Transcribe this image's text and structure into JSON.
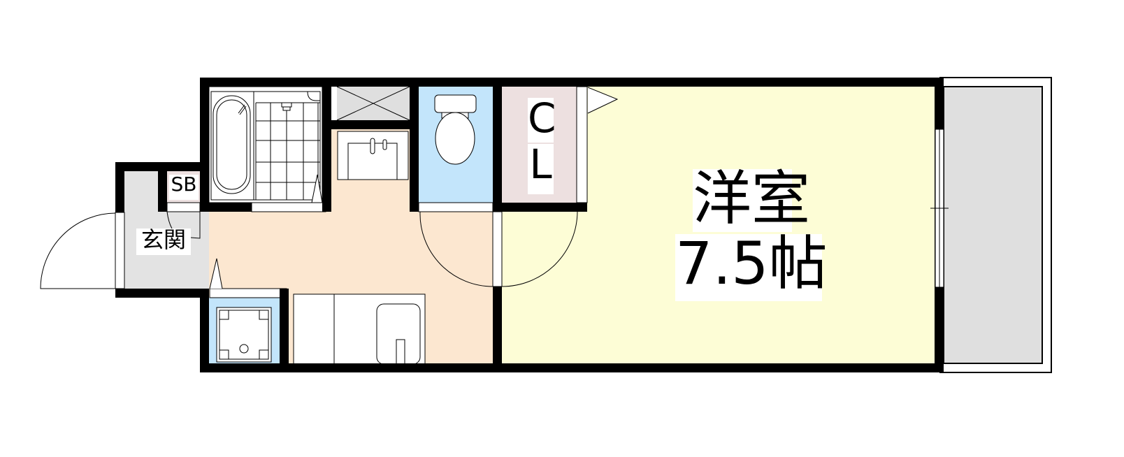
{
  "plan": {
    "title": "1K floor plan",
    "colors": {
      "wall": "#000000",
      "western_room": "#fdfdd6",
      "kitchen_floor": "#fce7d0",
      "wet_area": "#c3e5fb",
      "closet": "#ede0e0",
      "entrance": "#e3e3e3",
      "balcony": "#dfdfdf",
      "fixture": "#ffffff"
    },
    "rooms": [
      {
        "id": "western-room",
        "label_line1": "洋室",
        "label_line2": "7.5帖",
        "size_jo": 7.5
      },
      {
        "id": "closet",
        "label": "CL"
      },
      {
        "id": "entrance",
        "label": "玄関"
      },
      {
        "id": "shoe-box",
        "label": "SB"
      },
      {
        "id": "toilet",
        "label": ""
      },
      {
        "id": "bathroom",
        "label": ""
      },
      {
        "id": "kitchen",
        "label": ""
      },
      {
        "id": "washroom",
        "label": ""
      },
      {
        "id": "laundry-space",
        "label": ""
      },
      {
        "id": "balcony",
        "label": ""
      }
    ],
    "labels": {
      "western_room_name": "洋室",
      "western_room_size": "7.5帖",
      "closet": "C\nL",
      "closet_c": "C",
      "closet_l": "L",
      "entrance": "玄関",
      "shoe_box": "SB"
    }
  }
}
